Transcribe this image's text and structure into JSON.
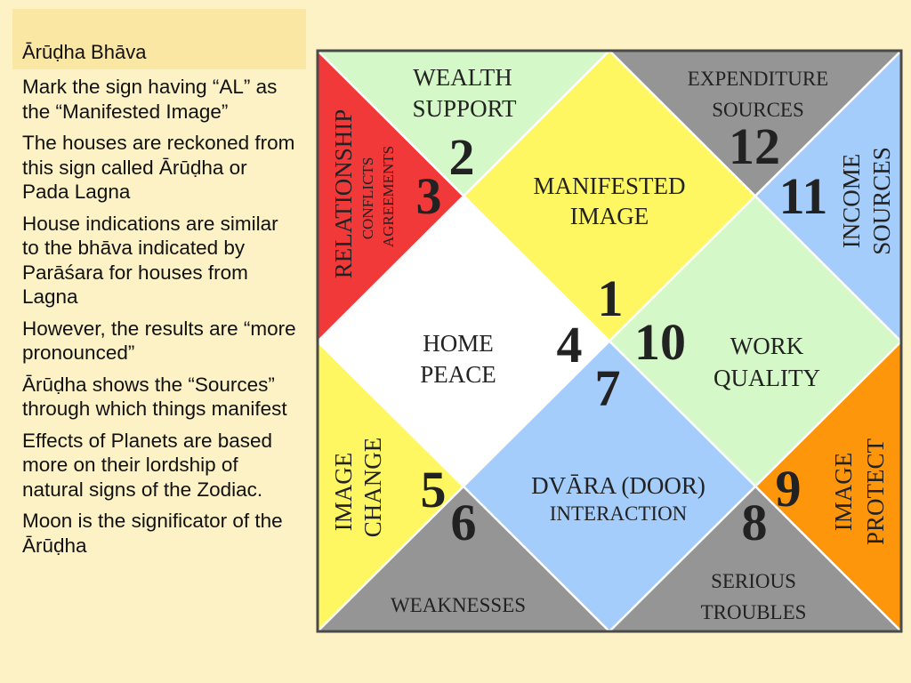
{
  "heading": "Ārūḍha Bhāva",
  "bullets": [
    "Mark the sign having “AL” as the “Manifested Image”",
    "The houses are reckoned from this sign called Ārūḍha or Pada Lagna",
    "House indications are similar to the bhāva indicated by Parāśara for houses from Lagna",
    "However, the results are “more pronounced”",
    "Ārūḍha shows the “Sources” through which things manifest",
    "Effects of Planets are based more on their lordship of natural signs of the Zodiac.",
    "Moon is the significator of the Ārūḍha"
  ],
  "chart": {
    "colors": {
      "yellow": "#fef762",
      "light_green": "#d5f8c8",
      "gray": "#959595",
      "red": "#f23939",
      "blue": "#a4cdfc",
      "orange": "#fe960c",
      "white": "#ffffff"
    },
    "houses": {
      "h1": {
        "number": "1",
        "lines": [
          "MANIFESTED",
          "IMAGE"
        ]
      },
      "h2": {
        "number": "2",
        "lines": [
          "WEALTH",
          "SUPPORT"
        ]
      },
      "h3": {
        "number": "3",
        "lines": [
          "RELATIONSHIP",
          "CONFLICTS",
          "AGREEMENTS"
        ]
      },
      "h4": {
        "number": "4",
        "lines": [
          "HOME",
          "PEACE"
        ]
      },
      "h5": {
        "number": "5",
        "lines": [
          "IMAGE",
          "CHANGE"
        ]
      },
      "h6": {
        "number": "6",
        "lines": [
          "WEAKNESSES"
        ]
      },
      "h7": {
        "number": "7",
        "lines": [
          "DVĀRA (DOOR)",
          "INTERACTION"
        ]
      },
      "h8": {
        "number": "8",
        "lines": [
          "SERIOUS",
          "TROUBLES"
        ]
      },
      "h9": {
        "number": "9",
        "lines": [
          "IMAGE",
          "PROTECT"
        ]
      },
      "h10": {
        "number": "10",
        "lines": [
          "WORK",
          "QUALITY"
        ]
      },
      "h11": {
        "number": "11",
        "lines": [
          "INCOME",
          "SOURCES"
        ]
      },
      "h12": {
        "number": "12",
        "lines": [
          "EXPENDITURE",
          "SOURCES"
        ]
      }
    }
  }
}
